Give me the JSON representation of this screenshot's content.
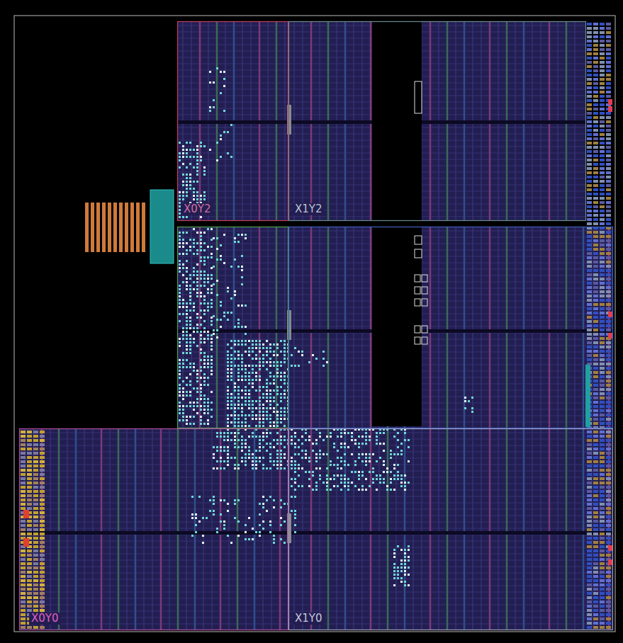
{
  "diagram": {
    "nodes": [
      {
        "text": [
          "X0Y2"
        ]
      },
      {
        "text": [
          "X1Y2"
        ]
      },
      {
        "text": [
          "X0Y0"
        ]
      },
      {
        "text": [
          "X1Y0"
        ]
      }
    ]
  }
}
